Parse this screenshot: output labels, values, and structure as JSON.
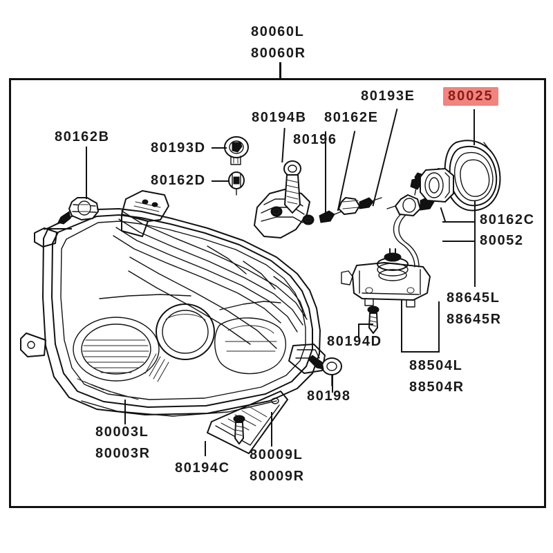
{
  "diagram": {
    "title_lines": [
      "80060L",
      "80060R"
    ],
    "highlighted_part": "80025",
    "highlight_bg": "#ef8480",
    "highlight_fg": "#8d1b12",
    "line_color": "#111111",
    "background": "#ffffff"
  },
  "labels": {
    "assembly_top_1": "80060L",
    "assembly_top_2": "80060R",
    "bulb_left": "80162B",
    "socket_193d": "80193D",
    "socket_162d": "80162D",
    "screw_194b": "80194B",
    "clip_162e": "80162E",
    "screw_196": "80196",
    "bulb_193e": "80193E",
    "ring_80025": "80025",
    "cap_162c": "80162C",
    "bulb_80052": "80052",
    "igniter_1": "88645L",
    "igniter_2": "88645R",
    "ballast_1": "88504L",
    "ballast_2": "88504R",
    "screw_194d": "80194D",
    "bolt_198": "80198",
    "housing_1": "80003L",
    "housing_2": "80003R",
    "screw_194c": "80194C",
    "bracket_1": "80009L",
    "bracket_2": "80009R"
  },
  "parts_list": [
    {
      "id": "80060L",
      "role": "headlamp-assembly-left"
    },
    {
      "id": "80060R",
      "role": "headlamp-assembly-right"
    },
    {
      "id": "80162B",
      "role": "bulb-socket"
    },
    {
      "id": "80193D",
      "role": "socket-cover"
    },
    {
      "id": "80162D",
      "role": "bulb"
    },
    {
      "id": "80194B",
      "role": "screw"
    },
    {
      "id": "80162E",
      "role": "bulb-clip"
    },
    {
      "id": "80196",
      "role": "screw"
    },
    {
      "id": "80193E",
      "role": "bulb-socket"
    },
    {
      "id": "80025",
      "role": "retaining-ring",
      "highlighted": true
    },
    {
      "id": "80162C",
      "role": "bulb-cap"
    },
    {
      "id": "80052",
      "role": "hid-bulb"
    },
    {
      "id": "88645L",
      "role": "igniter-left"
    },
    {
      "id": "88645R",
      "role": "igniter-right"
    },
    {
      "id": "88504L",
      "role": "ballast-left"
    },
    {
      "id": "88504R",
      "role": "ballast-right"
    },
    {
      "id": "80194D",
      "role": "screw"
    },
    {
      "id": "80198",
      "role": "bolt"
    },
    {
      "id": "80003L",
      "role": "headlamp-housing-left"
    },
    {
      "id": "80003R",
      "role": "headlamp-housing-right"
    },
    {
      "id": "80194C",
      "role": "screw"
    },
    {
      "id": "80009L",
      "role": "mounting-bracket-left"
    },
    {
      "id": "80009R",
      "role": "mounting-bracket-right"
    }
  ]
}
